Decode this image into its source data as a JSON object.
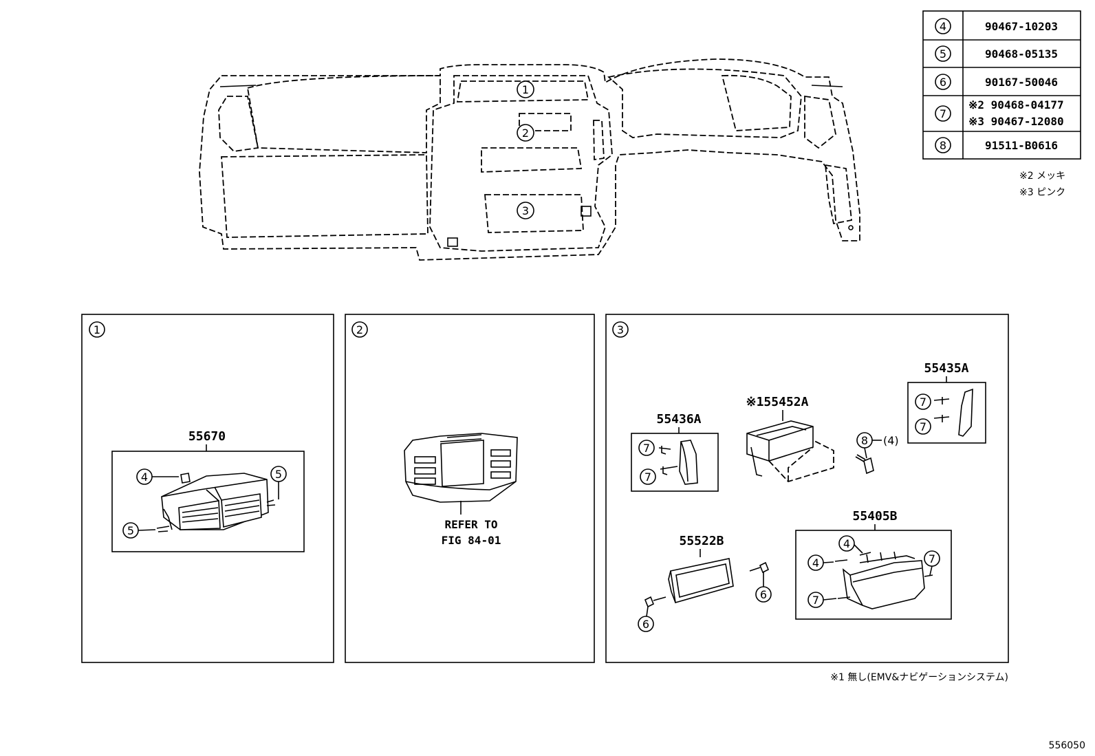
{
  "parts_table": [
    {
      "ref": "4",
      "lines": [
        "90467-10203"
      ]
    },
    {
      "ref": "5",
      "lines": [
        "90468-05135"
      ]
    },
    {
      "ref": "6",
      "lines": [
        "90167-50046"
      ]
    },
    {
      "ref": "7",
      "lines": [
        "※2 90468-04177",
        "※3 90467-12080"
      ]
    },
    {
      "ref": "8",
      "lines": [
        "91511-B0616"
      ]
    }
  ],
  "variant_notes": [
    "※2 メッキ",
    "※3 ピンク"
  ],
  "overview": {
    "callouts": [
      "1",
      "2",
      "3"
    ]
  },
  "panel1": {
    "label": "1",
    "part": "55670",
    "callouts": {
      "a": "4",
      "b": "5",
      "c": "5"
    }
  },
  "panel2": {
    "label": "2",
    "refer_line1": "REFER TO",
    "refer_line2": "FIG 84-01"
  },
  "panel3": {
    "label": "3",
    "part_a": "55436A",
    "part_a_callouts": {
      "a": "7",
      "b": "7"
    },
    "part_b": "※155452A",
    "part_b_callout": "8",
    "part_b_qty": "(4)",
    "part_c": "55435A",
    "part_c_callouts": {
      "a": "7",
      "b": "7"
    },
    "part_d": "55522B",
    "part_d_callouts": {
      "a": "6",
      "b": "6"
    },
    "part_e": "55405B",
    "part_e_callouts": {
      "a": "4",
      "b": "4",
      "c": "7",
      "d": "7"
    }
  },
  "footnote": "※1 無し(EMV&ナビゲーションシステム)",
  "figure_number": "556050"
}
